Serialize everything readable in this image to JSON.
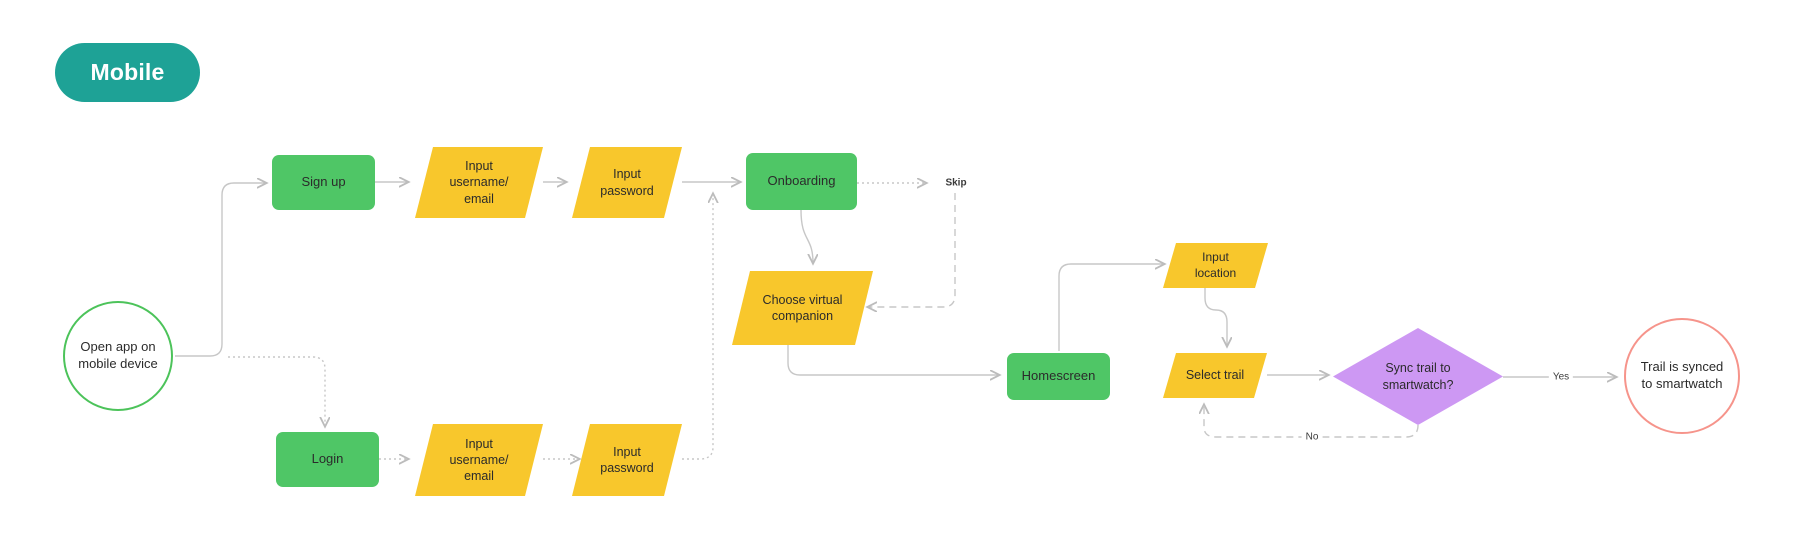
{
  "badge": {
    "label": "Mobile"
  },
  "colors": {
    "badge_teal": "#1ea296",
    "process_green": "#4fc666",
    "start_circle_border": "#4cc35a",
    "io_yellow": "#f8c72c",
    "decision_purple": "#cd98f3",
    "end_circle_border": "#f6948b",
    "connector_gray": "#c7c7c7",
    "text_dark": "#2b2b2b"
  },
  "nodes": {
    "start": {
      "type": "terminator",
      "label": "Open app on\nmobile device"
    },
    "signup": {
      "type": "process",
      "label": "Sign up"
    },
    "input_user_top": {
      "type": "io",
      "label": "Input\nusername/\nemail"
    },
    "input_pass_top": {
      "type": "io",
      "label": "Input\npassword"
    },
    "onboarding": {
      "type": "process",
      "label": "Onboarding"
    },
    "companion": {
      "type": "io",
      "label": "Choose virtual\ncompanion"
    },
    "login": {
      "type": "process",
      "label": "Login"
    },
    "input_user_bot": {
      "type": "io",
      "label": "Input\nusername/\nemail"
    },
    "input_pass_bot": {
      "type": "io",
      "label": "Input\npassword"
    },
    "homescreen": {
      "type": "process",
      "label": "Homescreen"
    },
    "input_location": {
      "type": "io",
      "label": "Input\nlocation"
    },
    "select_trail": {
      "type": "io",
      "label": "Select trail"
    },
    "sync_decision": {
      "type": "decision",
      "label": "Sync trail to\nsmartwatch?"
    },
    "end": {
      "type": "terminator",
      "label": "Trail is synced\nto smartwatch"
    }
  },
  "edge_labels": {
    "skip": "Skip",
    "yes": "Yes",
    "no": "No"
  },
  "edges": [
    {
      "from": "start",
      "to": "signup",
      "style": "solid"
    },
    {
      "from": "start",
      "to": "login",
      "style": "dotted"
    },
    {
      "from": "signup",
      "to": "input_user_top",
      "style": "solid"
    },
    {
      "from": "input_user_top",
      "to": "input_pass_top",
      "style": "solid"
    },
    {
      "from": "input_pass_top",
      "to": "onboarding",
      "style": "solid"
    },
    {
      "from": "login",
      "to": "input_user_bot",
      "style": "dotted"
    },
    {
      "from": "input_user_bot",
      "to": "input_pass_bot",
      "style": "dotted"
    },
    {
      "from": "input_pass_bot",
      "to": "onboarding",
      "style": "dotted"
    },
    {
      "from": "onboarding",
      "to": "skip",
      "style": "dotted",
      "label": "Skip"
    },
    {
      "from": "skip",
      "to": "companion",
      "style": "dashed"
    },
    {
      "from": "onboarding",
      "to": "companion",
      "style": "solid"
    },
    {
      "from": "companion",
      "to": "homescreen",
      "style": "solid"
    },
    {
      "from": "homescreen",
      "to": "input_location",
      "style": "solid"
    },
    {
      "from": "input_location",
      "to": "select_trail",
      "style": "solid"
    },
    {
      "from": "select_trail",
      "to": "sync_decision",
      "style": "solid"
    },
    {
      "from": "sync_decision",
      "to": "end",
      "style": "solid",
      "label": "Yes"
    },
    {
      "from": "sync_decision",
      "to": "select_trail",
      "style": "dashed",
      "label": "No"
    }
  ]
}
